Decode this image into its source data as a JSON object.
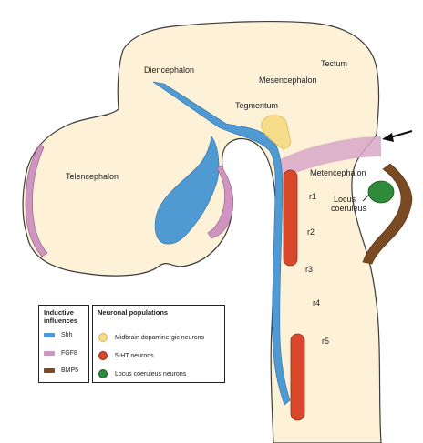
{
  "regions": {
    "diencephalon": "Diencephalon",
    "mesencephalon": "Mesencephalon",
    "tectum": "Tectum",
    "tegmentum": "Tegmentum",
    "telencephalon": "Telencephalon",
    "metencephalon": "Metencephalon",
    "locus_coeruleus": "Locus\ncoeruleus"
  },
  "rhombomeres": [
    "r1",
    "r2",
    "r3",
    "r4",
    "r5"
  ],
  "inductive_legend": {
    "title": "Inductive\ninfluences",
    "items": [
      {
        "label": "Shh",
        "color": "#4f9ad3"
      },
      {
        "label": "FGF8",
        "color": "#cf95c0"
      },
      {
        "label": "BMP5",
        "color": "#7a4a22"
      }
    ]
  },
  "neuronal_legend": {
    "title": "Neuronal populations",
    "items": [
      {
        "label": "Midbrain dopaminergic neurons",
        "color": "#f7dc8a",
        "border": "#d9b84a"
      },
      {
        "label": "5-HT neurons",
        "color": "#d9482a",
        "border": "#9a2a14"
      },
      {
        "label": "Locus coeruleus neurons",
        "color": "#2e8b3a",
        "border": "#1d5a25"
      }
    ]
  },
  "colors": {
    "brain_fill": "#fdf1d8",
    "outline": "#3a3a3a",
    "shh": "#4f9ad3",
    "fgf8": "#cf95c0",
    "bmp5": "#7a4a22",
    "isthmus": "#d9a7c9"
  }
}
